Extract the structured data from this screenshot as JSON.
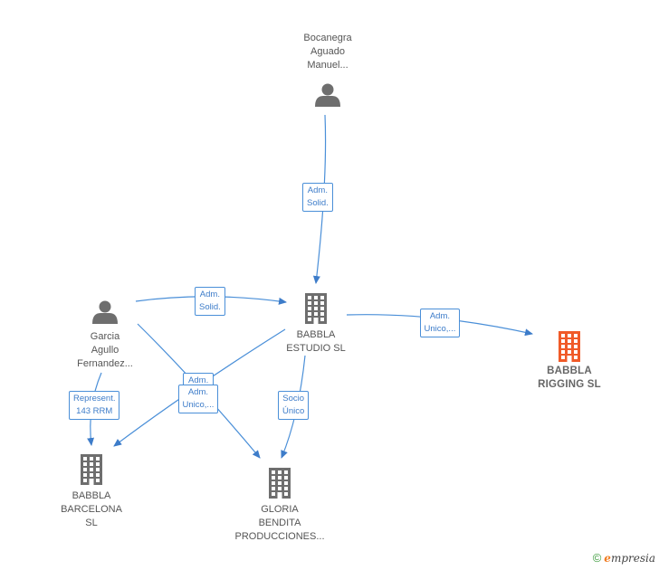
{
  "nodes": [
    {
      "id": "bocanegra",
      "type": "person",
      "label": "Bocanegra\nAguado\nManuel..."
    },
    {
      "id": "garcia",
      "type": "person",
      "label": "Garcia\nAgullo\nFernandez..."
    },
    {
      "id": "estudio",
      "type": "company",
      "label": "BABBLA\nESTUDIO SL"
    },
    {
      "id": "rigging",
      "type": "company-focus",
      "label": "BABBLA\nRIGGING  SL"
    },
    {
      "id": "barcelona",
      "type": "company",
      "label": "BABBLA\nBARCELONA\nSL"
    },
    {
      "id": "gloria",
      "type": "company",
      "label": "GLORIA\nBENDITA\nPRODUCCIONES..."
    }
  ],
  "edges": [
    {
      "from": "bocanegra",
      "to": "estudio",
      "label": "Adm.\nSolid."
    },
    {
      "from": "garcia",
      "to": "estudio",
      "label": "Adm.\nSolid."
    },
    {
      "from": "estudio",
      "to": "rigging",
      "label": "Adm.\nUnico,..."
    },
    {
      "from": "garcia",
      "to": "barcelona",
      "label": "Represent.\n143 RRM"
    },
    {
      "from": "estudio",
      "to": "barcelona",
      "label": "Adm.\nUnico"
    },
    {
      "from": "garcia",
      "to": "gloria",
      "label": "Adm.\nUnico,..."
    },
    {
      "from": "estudio",
      "to": "gloria",
      "label": "Socio\nÚnico"
    }
  ],
  "colors": {
    "person_icon": "#6e6e6e",
    "company_icon": "#6e6e6e",
    "focus_icon": "#f05a28",
    "edge": "#4a8fd8"
  },
  "footer": {
    "copyright": "©",
    "brand_initial": "e",
    "brand_rest": "mpresia"
  }
}
